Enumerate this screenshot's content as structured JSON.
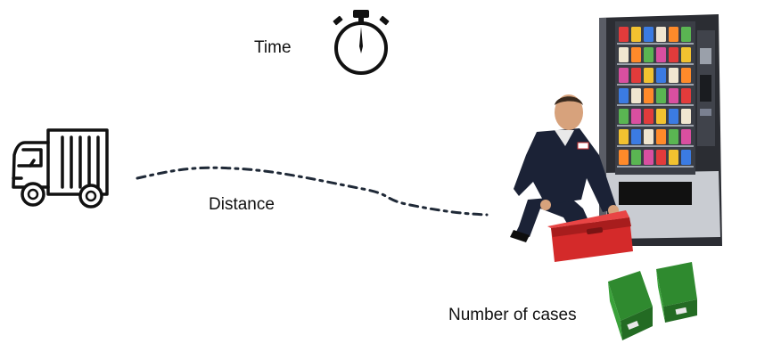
{
  "labels": {
    "time": "Time",
    "distance": "Distance",
    "cases": "Number of cases"
  },
  "icons": {
    "truck": "delivery-truck-icon",
    "stopwatch": "stopwatch-icon",
    "vending_machine": "vending-machine",
    "worker": "service-technician",
    "cases": "bottle-crate-icon"
  },
  "colors": {
    "toolbox": "#d42a2a",
    "crate": "#2f8a2f",
    "machine_body": "#2b2d33",
    "path": "#1f2937"
  }
}
